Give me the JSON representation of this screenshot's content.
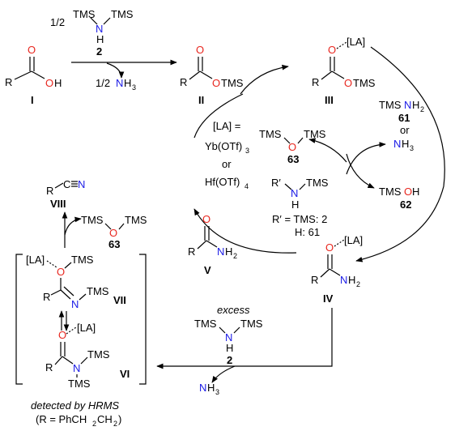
{
  "colors": {
    "oxygen": "#e8261e",
    "nitrogen": "#1a1ae6",
    "bond": "#000000"
  },
  "step1": {
    "coeff": "1/2",
    "reagent_left": "TMS",
    "reagent_right": "TMS",
    "reagent_nh": "H",
    "reagent_n": "N",
    "reagent_number": "2",
    "byproduct_coeff": "1/2",
    "byproduct_n": "N",
    "byproduct_h": "H",
    "byproduct_sub": "3"
  },
  "compounds": {
    "I": {
      "R": "R",
      "O_dbl": "O",
      "O": "O",
      "H": "H",
      "label": "I"
    },
    "II": {
      "R": "R",
      "O_dbl": "O",
      "O": "O",
      "TMS": "TMS",
      "label": "II"
    },
    "III": {
      "R": "R",
      "O_dbl": "O",
      "O": "O",
      "TMS": "TMS",
      "LA": "[LA]",
      "label": "III"
    },
    "IV": {
      "R": "R",
      "O_dbl": "O",
      "N": "N",
      "H": "H",
      "sub": "2",
      "LA": "[LA]",
      "label": "IV"
    },
    "V": {
      "R": "R",
      "O_dbl": "O",
      "N": "N",
      "H": "H",
      "sub": "2",
      "label": "V"
    },
    "VI": {
      "R": "R",
      "O_dbl": "O",
      "LA": "[LA]",
      "N": "N",
      "TMS_a": "TMS",
      "TMS_b": "TMS",
      "label": "VI"
    },
    "VII": {
      "R": "R",
      "O": "O",
      "LA": "[LA]",
      "TMS_o": "TMS",
      "N": "N",
      "TMS_n": "TMS",
      "label": "VII"
    },
    "VIII": {
      "R": "R",
      "C": "C",
      "N": "N",
      "label": "VIII"
    }
  },
  "cycle": {
    "amine_tms": "TMS",
    "amine_n": "N",
    "amine_h": "H",
    "amine_number": "61",
    "amine_h2": "H",
    "amine_sub": "2",
    "or_1": "or",
    "nh3_n": "N",
    "nh3_h": "H",
    "nh3_sub": "3",
    "silanol_tms": "TMS",
    "silanol_o": "O",
    "silanol_h": "H",
    "silanol_number": "62",
    "disiloxane_left": "TMS",
    "disiloxane_o": "O",
    "disiloxane_right": "TMS",
    "disiloxane_number": "63",
    "rprime": "R′",
    "rprime_n": "N",
    "rprime_h": "H",
    "rprime_tms": "TMS",
    "rprime_line1": "R′ = TMS: 2",
    "rprime_line2": "H: 61",
    "la_def": "[LA] =",
    "la_opt1": "Yb(OTf)",
    "la_opt1_sub": "3",
    "or_2": "or",
    "la_opt2": "Hf(OTf)",
    "la_opt2_sub": "4"
  },
  "excess": {
    "label": "excess",
    "left": "TMS",
    "right": "TMS",
    "n": "N",
    "h": "H",
    "number": "2",
    "byproduct_n": "N",
    "byproduct_h": "H",
    "byproduct_sub": "3"
  },
  "elimination": {
    "left": "TMS",
    "o": "O",
    "right": "TMS",
    "number": "63"
  },
  "footer": {
    "line1": "detected by HRMS",
    "line2": "(R = PhCH",
    "sub1": "2",
    "mid": "CH",
    "sub2": "2",
    "end": ")"
  }
}
